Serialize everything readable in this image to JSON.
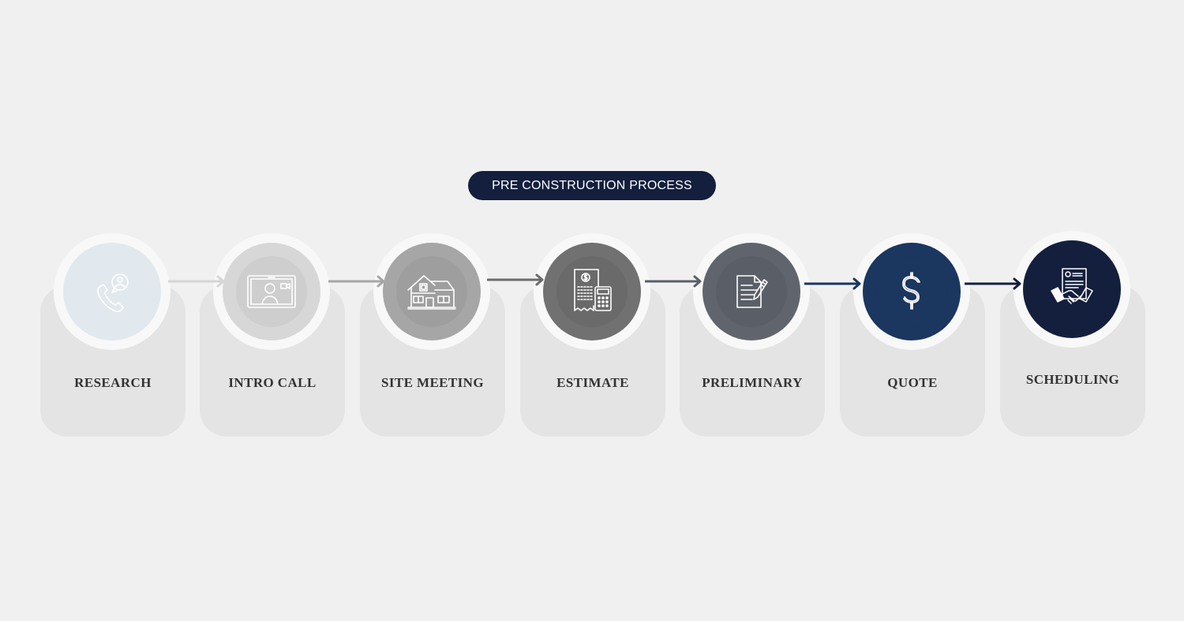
{
  "title": "PRE CONSTRUCTION PROCESS",
  "steps": [
    {
      "label": "RESEARCH",
      "icon": "phone-support-icon",
      "disc_color": "#e1e9ee",
      "inner_color": "#e1e9ee",
      "stroke": "#ffffff"
    },
    {
      "label": "INTRO CALL",
      "icon": "video-call-icon",
      "disc_color": "#d7d7d7",
      "inner_color": "#cecece",
      "stroke": "#ffffff"
    },
    {
      "label": "SITE MEETING",
      "icon": "house-icon",
      "disc_color": "#a6a6a6",
      "inner_color": "#9e9e9e",
      "stroke": "#ffffff"
    },
    {
      "label": "ESTIMATE",
      "icon": "invoice-calculator-icon",
      "disc_color": "#717171",
      "inner_color": "#6a6a6a",
      "stroke": "#ffffff"
    },
    {
      "label": "PRELIMINARY",
      "icon": "document-pen-icon",
      "disc_color": "#60656d",
      "inner_color": "#5a5f67",
      "stroke": "#ffffff"
    },
    {
      "label": "QUOTE",
      "icon": "dollar-icon",
      "disc_color": "#1b365f",
      "inner_color": "#1b365f",
      "stroke": "#ffffff"
    },
    {
      "label": "SCHEDULING",
      "icon": "contract-handshake-icon",
      "disc_color": "#131f3d",
      "inner_color": "#131f3d",
      "stroke": "#ffffff"
    }
  ],
  "arrow_colors": [
    "#e1e9ee",
    "#d6d6d6",
    "#a6a6a6",
    "#6b6b6b",
    "#5a5f67",
    "#1b365f",
    "#131f3d"
  ]
}
